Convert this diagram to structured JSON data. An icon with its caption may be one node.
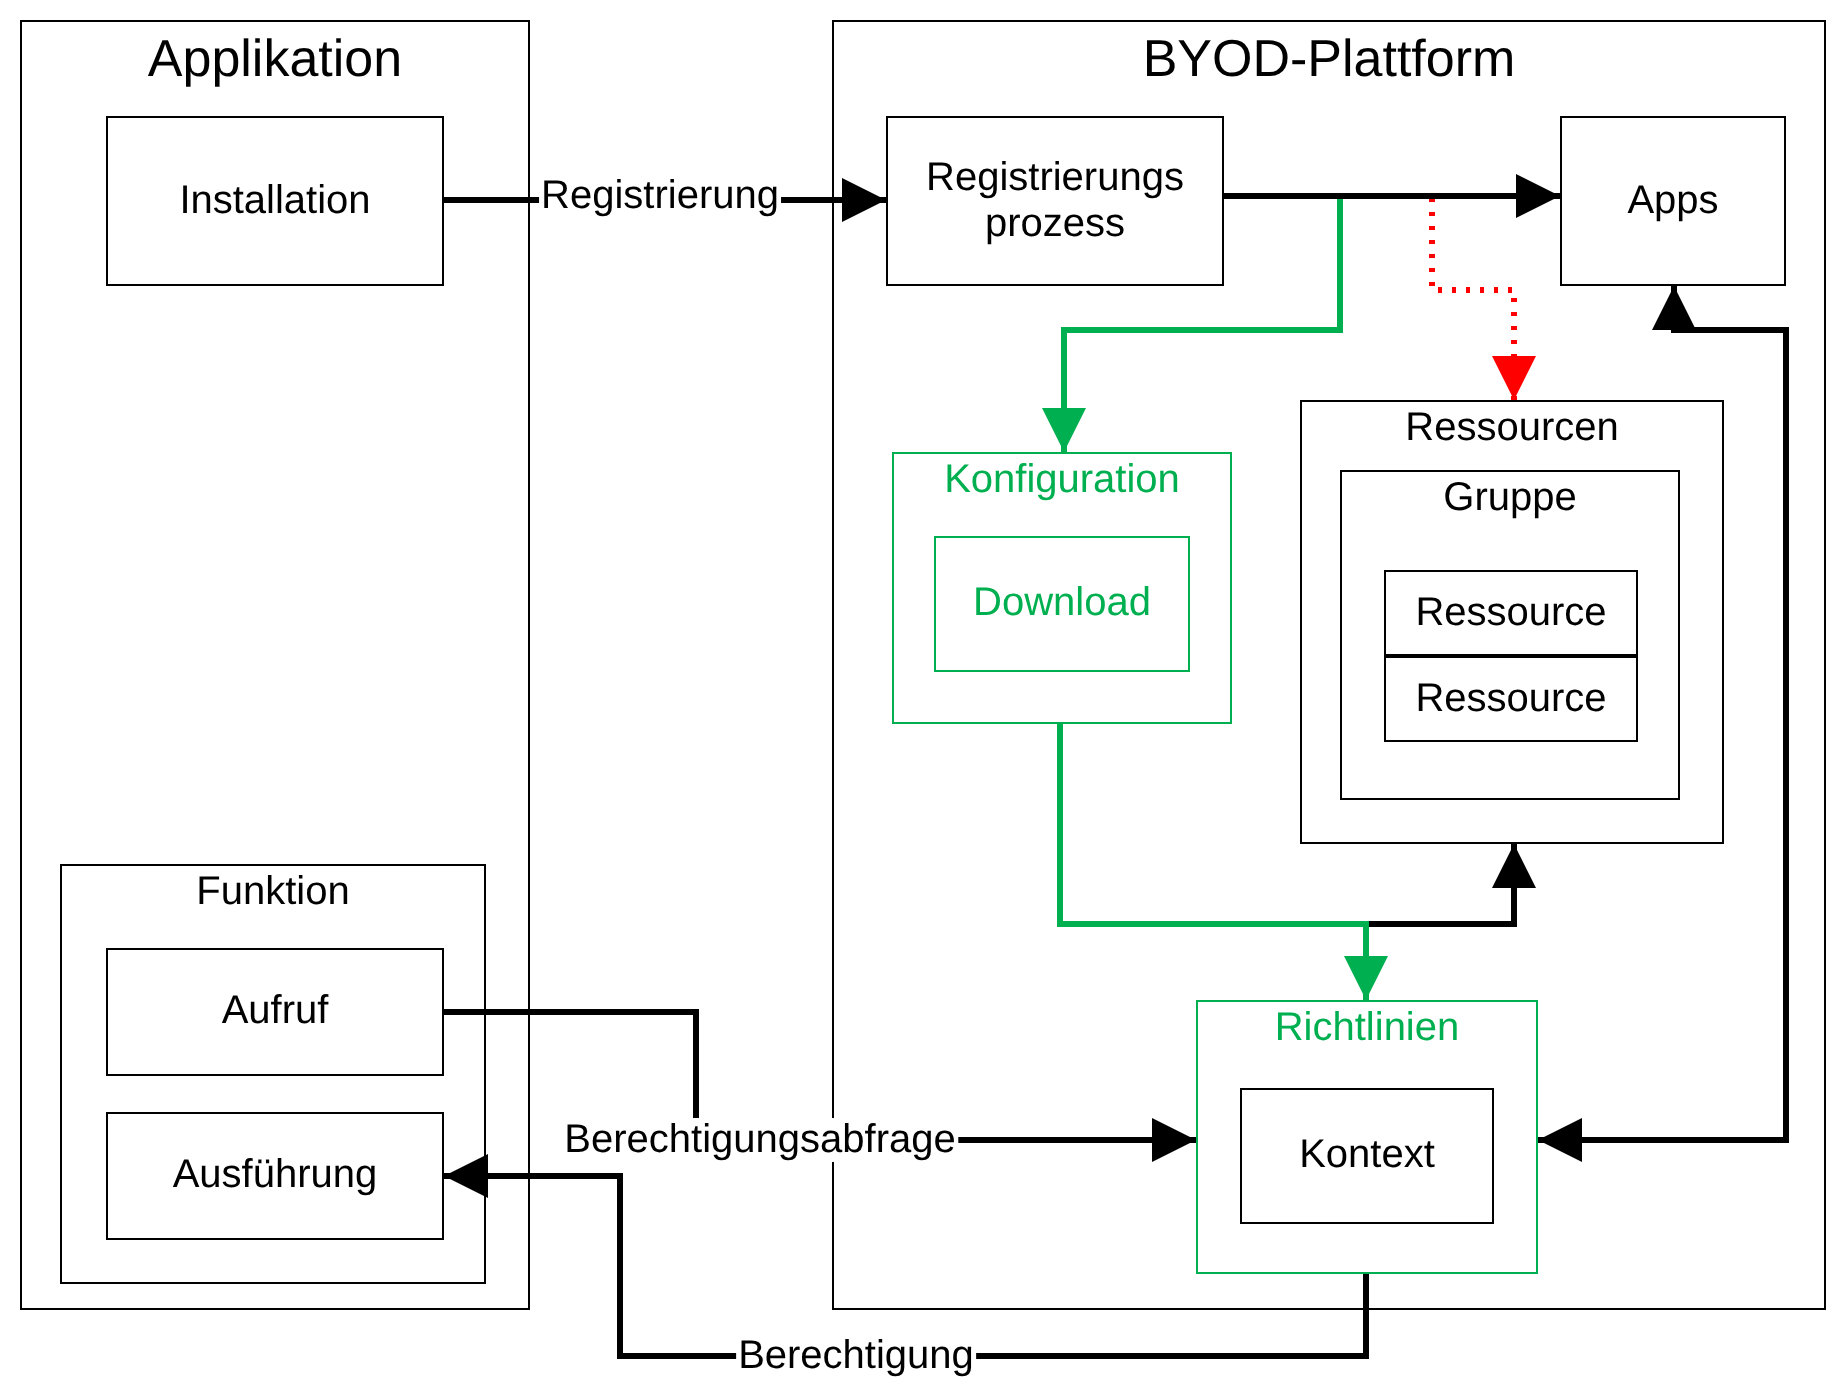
{
  "diagram": {
    "nodes": [
      {
        "text": [
          "Applikation"
        ]
      },
      {
        "text": [
          "Installation"
        ],
        "in": 0
      },
      {
        "text": [
          "Funktion"
        ],
        "in": 0
      },
      {
        "text": [
          "Aufruf"
        ],
        "in": 2
      },
      {
        "text": [
          "Ausführung"
        ],
        "in": 2
      },
      {
        "text": [
          "BYOD-Plattform"
        ]
      },
      {
        "text": [
          "Registrierungs prozess"
        ],
        "in": 5
      },
      {
        "text": [
          "Apps"
        ],
        "in": 5
      },
      {
        "text": [
          "Konfiguration"
        ],
        "in": 5
      },
      {
        "text": [
          "Download"
        ],
        "in": 8
      },
      {
        "text": [
          "Ressourcen"
        ],
        "in": 5
      },
      {
        "text": [
          "Gruppe"
        ],
        "in": 10
      },
      {
        "text": [
          "Ressource"
        ],
        "in": 11
      },
      {
        "text": [
          "Ressource"
        ],
        "in": 11
      },
      {
        "text": [
          "Richtlinien"
        ],
        "in": 5
      },
      {
        "text": [
          "Kontext"
        ],
        "in": 14
      }
    ],
    "edges": [
      {
        "from": 1,
        "to": 6,
        "arrow": "to",
        "label": "Registrierung"
      },
      {
        "from": 6,
        "to": 7,
        "arrow": "to"
      },
      {
        "from": 6,
        "to": 8,
        "arrow": "to",
        "color": "#00b050"
      },
      {
        "from": 6,
        "to": 10,
        "arrow": "to",
        "style": "dashed",
        "color": "#ff0000"
      },
      {
        "from": 8,
        "to": 14,
        "arrow": "to",
        "color": "#00b050"
      },
      {
        "from": 14,
        "to": 10,
        "arrow": "to"
      },
      {
        "from": 14,
        "to": 7,
        "arrow": "both"
      },
      {
        "from": 3,
        "to": 14,
        "arrow": "to",
        "label": "Berechtigungsabfrage"
      },
      {
        "from": 14,
        "to": 4,
        "arrow": "to",
        "label": "Berechtigung"
      }
    ]
  }
}
